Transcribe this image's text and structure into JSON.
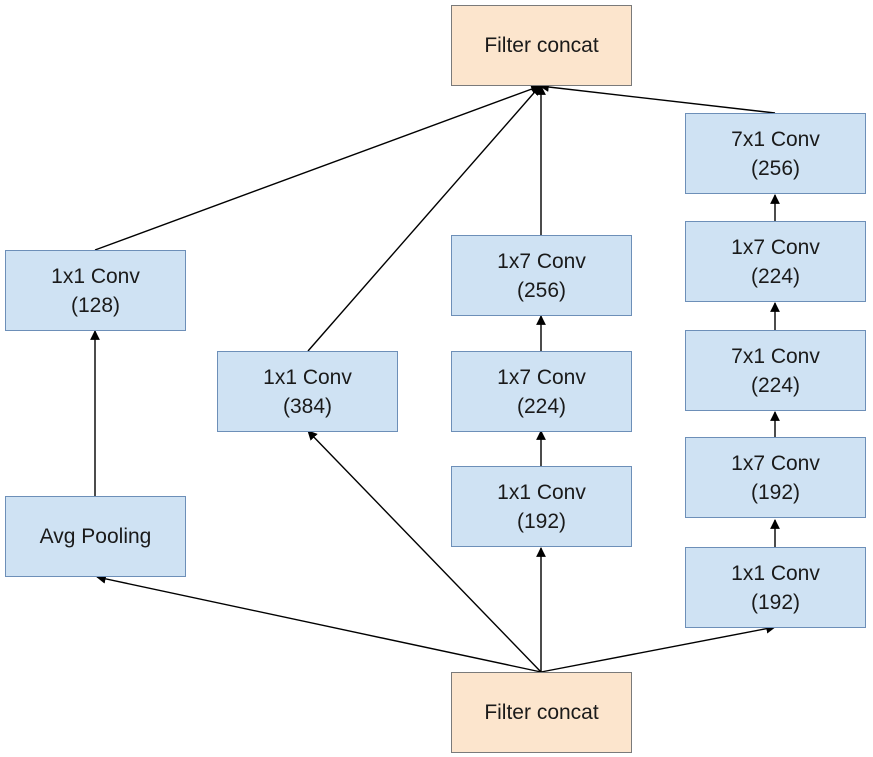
{
  "colors": {
    "conv_fill": "#cfe2f3",
    "concat_fill": "#fce5cd",
    "edge": "#000000"
  },
  "nodes": {
    "top_concat": {
      "label": "Filter concat"
    },
    "bottom_concat": {
      "label": "Filter concat"
    },
    "avg_pool": {
      "label": "Avg Pooling"
    },
    "pool_conv": {
      "line1": "1x1 Conv",
      "line2": "(128)"
    },
    "branch2_conv": {
      "line1": "1x1 Conv",
      "line2": "(384)"
    },
    "b3_c1": {
      "line1": "1x1 Conv",
      "line2": "(192)"
    },
    "b3_c2": {
      "line1": "1x7 Conv",
      "line2": "(224)"
    },
    "b3_c3": {
      "line1": "1x7 Conv",
      "line2": "(256)"
    },
    "b4_c1": {
      "line1": "1x1 Conv",
      "line2": "(192)"
    },
    "b4_c2": {
      "line1": "1x7 Conv",
      "line2": "(192)"
    },
    "b4_c3": {
      "line1": "7x1 Conv",
      "line2": "(224)"
    },
    "b4_c4": {
      "line1": "1x7 Conv",
      "line2": "(224)"
    },
    "b4_c5": {
      "line1": "7x1 Conv",
      "line2": "(256)"
    }
  }
}
